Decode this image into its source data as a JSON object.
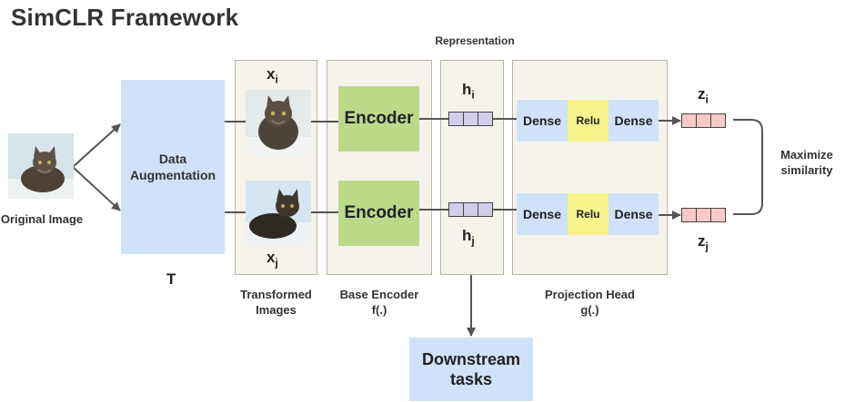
{
  "title": "SimCLR Framework",
  "representation_label": "Representation",
  "original_image_label": "Original Image",
  "augmentation_label": "Data Augmentation",
  "T_label": "T",
  "xi": {
    "base": "x",
    "sub": "i"
  },
  "xj": {
    "base": "x",
    "sub": "j"
  },
  "hi": {
    "base": "h",
    "sub": "i"
  },
  "hj": {
    "base": "h",
    "sub": "j"
  },
  "zi": {
    "base": "z",
    "sub": "i"
  },
  "zj": {
    "base": "z",
    "sub": "j"
  },
  "encoder_label": "Encoder",
  "dense_label": "Dense",
  "relu_label": "Relu",
  "transformed_label": "Transformed Images",
  "base_encoder_label": "Base Encoder",
  "base_encoder_fn": "f(.)",
  "projection_label": "Projection Head",
  "projection_fn": "g(.)",
  "downstream_label": "Downstream tasks",
  "maximize_label": "Maximize similarity",
  "colors": {
    "augmentation_blue": "#cfe2f9",
    "encoder_green": "#bcd98a",
    "relu_yellow": "#f8f38a",
    "h_vector": "#d3cdec",
    "z_vector": "#f7c9c9",
    "panel": "#f5f3ea"
  }
}
